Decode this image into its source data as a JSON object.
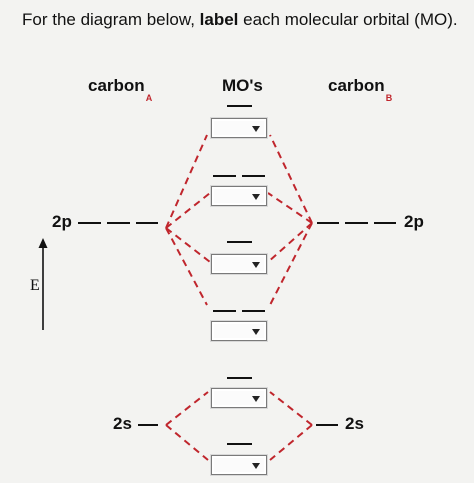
{
  "question": {
    "prefix": "For the diagram below, ",
    "bold": "label",
    "suffix": " each molecular orbital (MO)."
  },
  "headers": {
    "carbon_a": "carbon",
    "carbon_a_sub": "A",
    "mos": "MO's",
    "carbon_b": "carbon",
    "carbon_b_sub": "B"
  },
  "levels": {
    "left_2p": "2p",
    "right_2p": "2p",
    "left_2s": "2s",
    "right_2s": "2s"
  },
  "axis": {
    "label": "E"
  },
  "mo_dropdowns": [
    {
      "selected": ""
    },
    {
      "selected": ""
    },
    {
      "selected": ""
    },
    {
      "selected": ""
    },
    {
      "selected": ""
    },
    {
      "selected": ""
    }
  ],
  "colors": {
    "correlation_line": "#c0262d",
    "level_line": "#111111"
  }
}
